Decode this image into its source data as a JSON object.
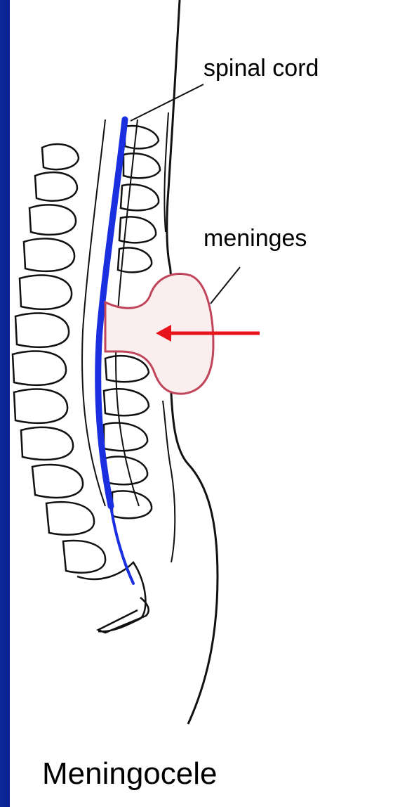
{
  "labels": {
    "spinal_cord": "spinal cord",
    "meninges": "meninges"
  },
  "caption": "Meningocele",
  "colors": {
    "frame": "#0a1f8f",
    "spinal_cord": "#1a2fe0",
    "meninges_outline": "#c0455a",
    "meninges_fill": "#fbeeee",
    "arrow": "#e8141c",
    "line_art": "#111111"
  }
}
